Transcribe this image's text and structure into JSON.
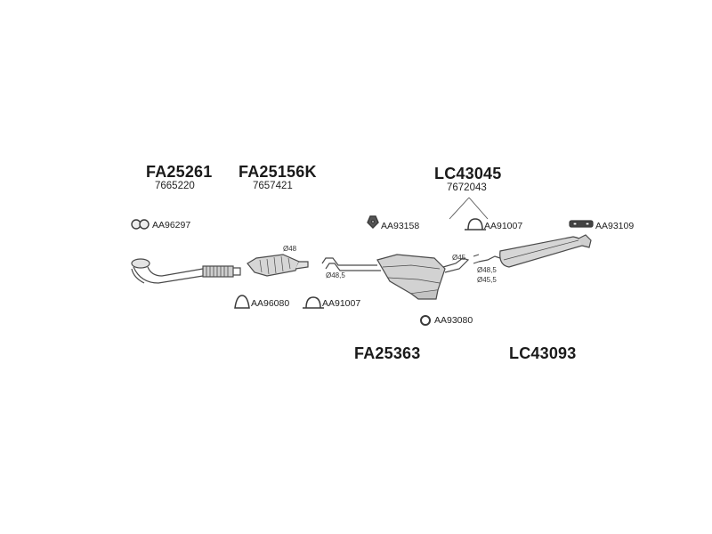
{
  "groups": {
    "g1": {
      "code": "FA25261",
      "number": "7665220"
    },
    "g2": {
      "code": "FA25156K",
      "number": "7657421"
    },
    "g3": {
      "code": "LC43045",
      "number": "7672043"
    },
    "g4": {
      "code": "FA25363"
    },
    "g5": {
      "code": "LC43093"
    }
  },
  "parts": {
    "p1": "AA96297",
    "p2": "AA93158",
    "p3": "AA91007",
    "p4": "AA93109",
    "p5": "AA96080",
    "p6": "AA91007",
    "p7": "AA93080"
  },
  "dims": {
    "d1": "Ø48",
    "d2": "Ø48,5",
    "d3": "Ø45",
    "d4": "Ø48,5",
    "d5": "Ø45,5"
  },
  "colors": {
    "line": "#4a4a4a",
    "fill": "#d6d6d6",
    "dark": "#3a3a3a"
  }
}
